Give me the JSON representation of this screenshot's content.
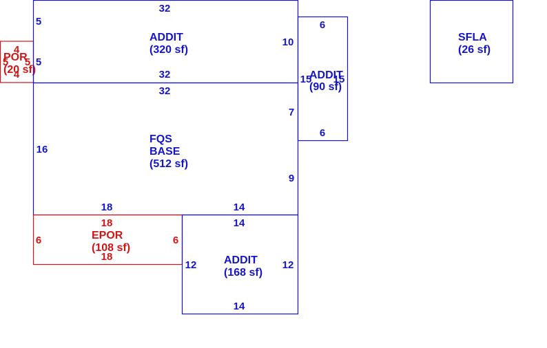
{
  "colors": {
    "blue": "#1414c8",
    "red": "#d21414",
    "background": "#ffffff"
  },
  "areas": [
    {
      "id": "addit_top",
      "color": "blue",
      "name": "ADDIT",
      "area": "(320 sf)",
      "dims": [
        "32",
        "10",
        "32",
        "5",
        "5"
      ]
    },
    {
      "id": "fqs_base",
      "color": "blue",
      "name1": "FQS",
      "name2": "BASE",
      "area": "(512 sf)",
      "dims": [
        "32",
        "7",
        "9",
        "14",
        "18",
        "16"
      ]
    },
    {
      "id": "addit_right",
      "color": "blue",
      "name": "ADDIT",
      "area": "(90 sf)",
      "dims": [
        "6",
        "15",
        "6",
        "15"
      ]
    },
    {
      "id": "sfla",
      "color": "blue",
      "name": "SFLA",
      "area": "(26 sf)",
      "dims": []
    },
    {
      "id": "epor",
      "color": "red",
      "name": "EPOR",
      "area": "(108 sf)",
      "dims": [
        "18",
        "6",
        "18",
        "6"
      ]
    },
    {
      "id": "addit_bottom",
      "color": "blue",
      "name": "ADDIT",
      "area": "(168 sf)",
      "dims": [
        "14",
        "12",
        "14",
        "12"
      ]
    },
    {
      "id": "por",
      "color": "red",
      "name": "POR",
      "area": "(20 sf)",
      "dims": [
        "4",
        "5",
        "5",
        "4"
      ]
    }
  ]
}
